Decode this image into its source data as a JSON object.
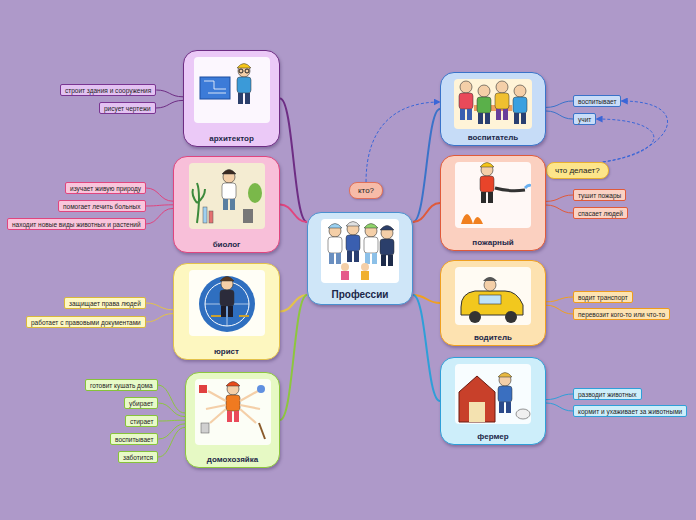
{
  "diagram": {
    "nodes": [
      {
        "text": [
          "Профессии"
        ]
      },
      {
        "text": [
          "кто?"
        ]
      },
      {
        "text": [
          "архитектор"
        ]
      },
      {
        "text": [
          "строит здания и сооружения"
        ]
      },
      {
        "text": [
          "рисует чертежи"
        ]
      },
      {
        "text": [
          "биолог"
        ]
      },
      {
        "text": [
          "изучает живую природу"
        ]
      },
      {
        "text": [
          "помогает лечить больных"
        ]
      },
      {
        "text": [
          "находит новые виды животных и растений"
        ]
      },
      {
        "text": [
          "юрист"
        ]
      },
      {
        "text": [
          "защищает права людей"
        ]
      },
      {
        "text": [
          "работает с правовыми документами"
        ]
      },
      {
        "text": [
          "домохозяйка"
        ]
      },
      {
        "text": [
          "готовит кушать дома"
        ]
      },
      {
        "text": [
          "убирает"
        ]
      },
      {
        "text": [
          "стирает"
        ]
      },
      {
        "text": [
          "воспитывает"
        ]
      },
      {
        "text": [
          "заботится"
        ]
      },
      {
        "text": [
          "воспитатель"
        ]
      },
      {
        "text": [
          "воспитывает"
        ]
      },
      {
        "text": [
          "учит"
        ]
      },
      {
        "text": [
          "что делает?"
        ]
      },
      {
        "text": [
          "пожарный"
        ]
      },
      {
        "text": [
          "тушит пожары"
        ]
      },
      {
        "text": [
          "спасает людей"
        ]
      },
      {
        "text": [
          "водитель"
        ]
      },
      {
        "text": [
          "водит транспорт"
        ]
      },
      {
        "text": [
          "перевозит кого-то или что-то"
        ]
      },
      {
        "text": [
          "фермер"
        ]
      },
      {
        "text": [
          "разводит животных"
        ]
      },
      {
        "text": [
          "кормит и ухаживает за животными"
        ]
      }
    ],
    "edges": [
      {
        "from": 0,
        "to": 2,
        "arrow": "none"
      },
      {
        "from": 0,
        "to": 5,
        "arrow": "none"
      },
      {
        "from": 0,
        "to": 9,
        "arrow": "none"
      },
      {
        "from": 0,
        "to": 12,
        "arrow": "none"
      },
      {
        "from": 0,
        "to": 18,
        "arrow": "none"
      },
      {
        "from": 0,
        "to": 22,
        "arrow": "none"
      },
      {
        "from": 0,
        "to": 25,
        "arrow": "none"
      },
      {
        "from": 0,
        "to": 28,
        "arrow": "none"
      },
      {
        "from": 2,
        "to": 3,
        "arrow": "none"
      },
      {
        "from": 2,
        "to": 4,
        "arrow": "none"
      },
      {
        "from": 5,
        "to": 6,
        "arrow": "none"
      },
      {
        "from": 5,
        "to": 7,
        "arrow": "none"
      },
      {
        "from": 5,
        "to": 8,
        "arrow": "none"
      },
      {
        "from": 9,
        "to": 10,
        "arrow": "none"
      },
      {
        "from": 9,
        "to": 11,
        "arrow": "none"
      },
      {
        "from": 12,
        "to": 13,
        "arrow": "none"
      },
      {
        "from": 12,
        "to": 14,
        "arrow": "none"
      },
      {
        "from": 12,
        "to": 15,
        "arrow": "none"
      },
      {
        "from": 12,
        "to": 16,
        "arrow": "none"
      },
      {
        "from": 12,
        "to": 17,
        "arrow": "none"
      },
      {
        "from": 18,
        "to": 19,
        "arrow": "none"
      },
      {
        "from": 18,
        "to": 20,
        "arrow": "none"
      },
      {
        "from": 22,
        "to": 23,
        "arrow": "none"
      },
      {
        "from": 22,
        "to": 24,
        "arrow": "none"
      },
      {
        "from": 25,
        "to": 26,
        "arrow": "none"
      },
      {
        "from": 25,
        "to": 27,
        "arrow": "none"
      },
      {
        "from": 28,
        "to": 29,
        "arrow": "none"
      },
      {
        "from": 28,
        "to": 30,
        "arrow": "none"
      },
      {
        "from": 1,
        "to": 18,
        "arrow": "to"
      },
      {
        "from": 21,
        "to": 19,
        "arrow": "to"
      },
      {
        "from": 21,
        "to": 20,
        "arrow": "to"
      }
    ]
  }
}
